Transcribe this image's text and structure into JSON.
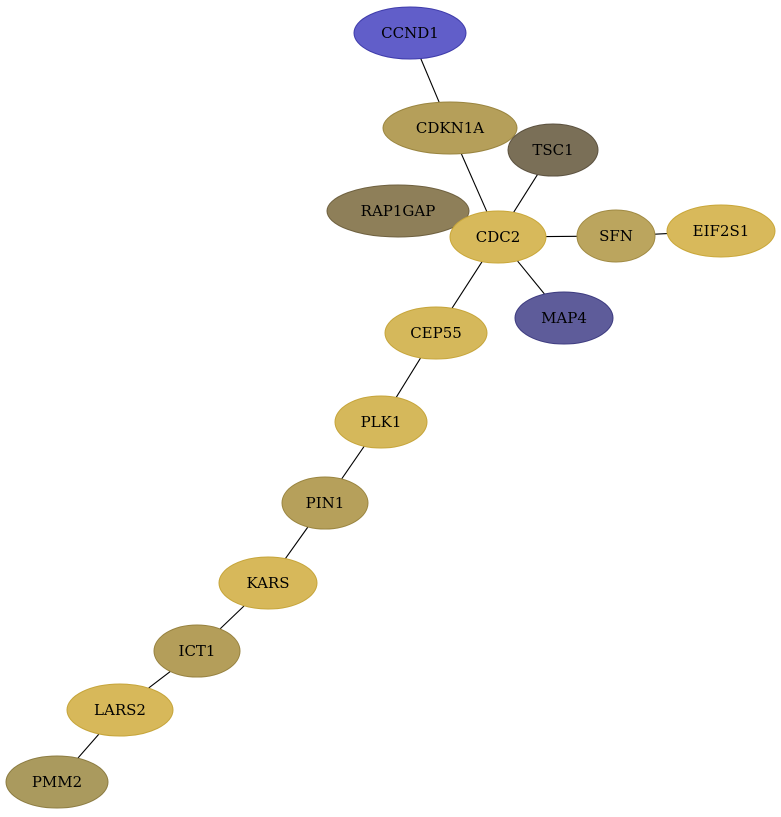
{
  "nodes": [
    {
      "id": "CCND1",
      "label": "CCND1",
      "fill": "#615ec9",
      "stroke": "#3f3cab"
    },
    {
      "id": "CDKN1A",
      "label": "CDKN1A",
      "fill": "#b59f5a",
      "stroke": "#9a8540"
    },
    {
      "id": "TSC1",
      "label": "TSC1",
      "fill": "#7a6f57",
      "stroke": "#5c5240"
    },
    {
      "id": "RAP1GAP",
      "label": "RAP1GAP",
      "fill": "#8e7f59",
      "stroke": "#6f6140"
    },
    {
      "id": "CDC2",
      "label": "CDC2",
      "fill": "#d7b95b",
      "stroke": "#c9a73a"
    },
    {
      "id": "SFN",
      "label": "SFN",
      "fill": "#bba55e",
      "stroke": "#a08a43"
    },
    {
      "id": "EIF2S1",
      "label": "EIF2S1",
      "fill": "#d8b95b",
      "stroke": "#c9a73a"
    },
    {
      "id": "MAP4",
      "label": "MAP4",
      "fill": "#5e5c9a",
      "stroke": "#3e3c80"
    },
    {
      "id": "CEP55",
      "label": "CEP55",
      "fill": "#d5b85b",
      "stroke": "#c6a53b"
    },
    {
      "id": "PLK1",
      "label": "PLK1",
      "fill": "#d5b85b",
      "stroke": "#c6a53b"
    },
    {
      "id": "PIN1",
      "label": "PIN1",
      "fill": "#b6a05b",
      "stroke": "#9a8540"
    },
    {
      "id": "KARS",
      "label": "KARS",
      "fill": "#d7b85a",
      "stroke": "#c6a53b"
    },
    {
      "id": "ICT1",
      "label": "ICT1",
      "fill": "#b49e5a",
      "stroke": "#978240"
    },
    {
      "id": "LARS2",
      "label": "LARS2",
      "fill": "#d7b85a",
      "stroke": "#c6a53b"
    },
    {
      "id": "PMM2",
      "label": "PMM2",
      "fill": "#aa9a5e",
      "stroke": "#8c7c42"
    }
  ],
  "edges": [
    {
      "from": "CCND1",
      "to": "CDKN1A"
    },
    {
      "from": "CDKN1A",
      "to": "CDC2"
    },
    {
      "from": "TSC1",
      "to": "CDC2"
    },
    {
      "from": "CDC2",
      "to": "SFN"
    },
    {
      "from": "SFN",
      "to": "EIF2S1"
    },
    {
      "from": "CDC2",
      "to": "MAP4"
    },
    {
      "from": "CDC2",
      "to": "CEP55"
    },
    {
      "from": "CEP55",
      "to": "PLK1"
    },
    {
      "from": "PLK1",
      "to": "PIN1"
    },
    {
      "from": "PIN1",
      "to": "KARS"
    },
    {
      "from": "KARS",
      "to": "ICT1"
    },
    {
      "from": "ICT1",
      "to": "LARS2"
    },
    {
      "from": "LARS2",
      "to": "PMM2"
    }
  ],
  "edge_color": "#000000"
}
